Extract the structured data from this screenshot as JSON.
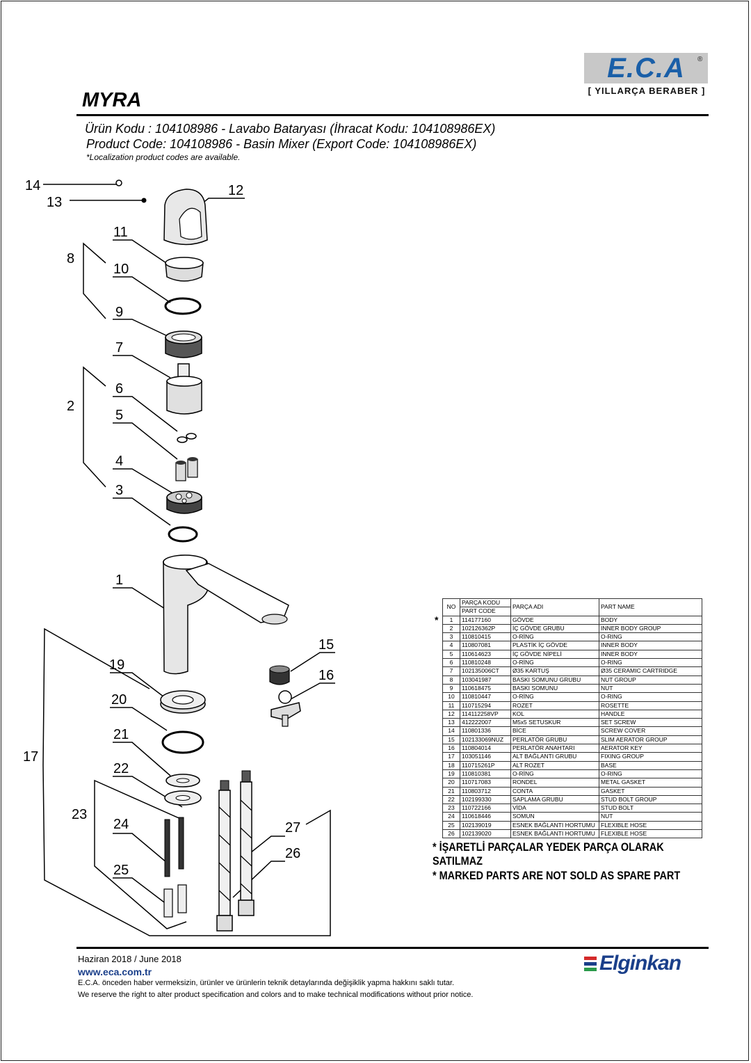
{
  "header": {
    "brand_logo": "E.C.A",
    "slogan": "[ YILLARÇA BERABER ]",
    "product_name": "MYRA",
    "product_code_tr": "Ürün Kodu : 104108986 - Lavabo Bataryası (İhracat Kodu: 104108986EX)",
    "product_code_en": "Product Code: 104108986 - Basin Mixer (Export Code: 104108986EX)",
    "localization_note": "*Localization product codes are available."
  },
  "callouts": [
    "1",
    "2",
    "3",
    "4",
    "5",
    "6",
    "7",
    "8",
    "9",
    "10",
    "11",
    "12",
    "13",
    "14",
    "15",
    "16",
    "17",
    "19",
    "20",
    "21",
    "22",
    "23",
    "24",
    "25",
    "26",
    "27"
  ],
  "parts_table": {
    "headers": {
      "no": "NO",
      "code_tr": "PARÇA KODU",
      "code_en": "PART CODE",
      "name_tr": "PARÇA ADI",
      "name_en": "PART NAME"
    },
    "star_marker": "*",
    "rows": [
      {
        "no": "1",
        "code": "114177160",
        "tr": "GÖVDE",
        "en": "BODY"
      },
      {
        "no": "2",
        "code": "102126362P",
        "tr": "İÇ GÖVDE GRUBU",
        "en": "INNER BODY GROUP"
      },
      {
        "no": "3",
        "code": "110810415",
        "tr": "O-RİNG",
        "en": "O-RING"
      },
      {
        "no": "4",
        "code": "110807081",
        "tr": "PLASTİK İÇ GÖVDE",
        "en": "INNER BODY"
      },
      {
        "no": "5",
        "code": "110614623",
        "tr": "İÇ GÖVDE NİPELİ",
        "en": "INNER BODY"
      },
      {
        "no": "6",
        "code": "110810248",
        "tr": "O-RİNG",
        "en": "O-RING"
      },
      {
        "no": "7",
        "code": "102135006CT",
        "tr": "Ø35 KARTUŞ",
        "en": "Ø35 CERAMIC CARTRIDGE"
      },
      {
        "no": "8",
        "code": "103041987",
        "tr": "BASKI SOMUNU GRUBU",
        "en": "NUT GROUP"
      },
      {
        "no": "9",
        "code": "110618475",
        "tr": "BASKI SOMUNU",
        "en": "NUT"
      },
      {
        "no": "10",
        "code": "110810447",
        "tr": "O-RİNG",
        "en": "O-RING"
      },
      {
        "no": "11",
        "code": "110715294",
        "tr": "ROZET",
        "en": "ROSETTE"
      },
      {
        "no": "12",
        "code": "114112258VP",
        "tr": "KOL",
        "en": "HANDLE"
      },
      {
        "no": "13",
        "code": "412222007",
        "tr": "M5x5 SETUSKUR",
        "en": "SET SCREW"
      },
      {
        "no": "14",
        "code": "110801336",
        "tr": "BİCE",
        "en": "SCREW COVER"
      },
      {
        "no": "15",
        "code": "102133069NUZ",
        "tr": "PERLATÖR GRUBU",
        "en": "SLIM AERATOR GROUP"
      },
      {
        "no": "16",
        "code": "110804014",
        "tr": "PERLATÖR ANAHTARI",
        "en": "AERATOR KEY"
      },
      {
        "no": "17",
        "code": "103051146",
        "tr": "ALT BAĞLANTI GRUBU",
        "en": "FIXING GROUP"
      },
      {
        "no": "18",
        "code": "110715261P",
        "tr": "ALT ROZET",
        "en": "BASE"
      },
      {
        "no": "19",
        "code": "110810381",
        "tr": "O-RİNG",
        "en": "O-RING"
      },
      {
        "no": "20",
        "code": "110717083",
        "tr": "RONDEL",
        "en": "METAL GASKET"
      },
      {
        "no": "21",
        "code": "110803712",
        "tr": "CONTA",
        "en": "GASKET"
      },
      {
        "no": "22",
        "code": "102199330",
        "tr": "SAPLAMA GRUBU",
        "en": "STUD BOLT GROUP"
      },
      {
        "no": "23",
        "code": "110722166",
        "tr": "VİDA",
        "en": "STUD BOLT"
      },
      {
        "no": "24",
        "code": "110618446",
        "tr": "SOMUN",
        "en": "NUT"
      },
      {
        "no": "25",
        "code": "102139019",
        "tr": "ESNEK BAĞLANTI HORTUMU",
        "en": "FLEXIBLE HOSE"
      },
      {
        "no": "26",
        "code": "102139020",
        "tr": "ESNEK BAĞLANTI HORTUMU",
        "en": "FLEXIBLE HOSE"
      }
    ]
  },
  "notes": {
    "tr": "* İŞARETLİ PARÇALAR YEDEK PARÇA OLARAK SATILMAZ",
    "en": "* MARKED PARTS ARE NOT SOLD AS SPARE PART"
  },
  "footer": {
    "date": "Haziran 2018 / June 2018",
    "website": "www.eca.com.tr",
    "disclaimer_tr": "E.C.A. önceden haber vermeksizin, ürünler ve ürünlerin teknik detaylarında değişiklik yapma hakkını saklı tutar.",
    "disclaimer_en": "We reserve the right to alter product specification and colors and to make technical modifications without prior notice.",
    "distributor_logo": "Elginkan"
  },
  "colors": {
    "eca_blue": "#1a5fa8",
    "logo_bg": "#c8c8c8",
    "elginkan_blue": "#1a3f8a",
    "elginkan_red": "#d42a2a",
    "elginkan_green": "#2a9a4a"
  }
}
